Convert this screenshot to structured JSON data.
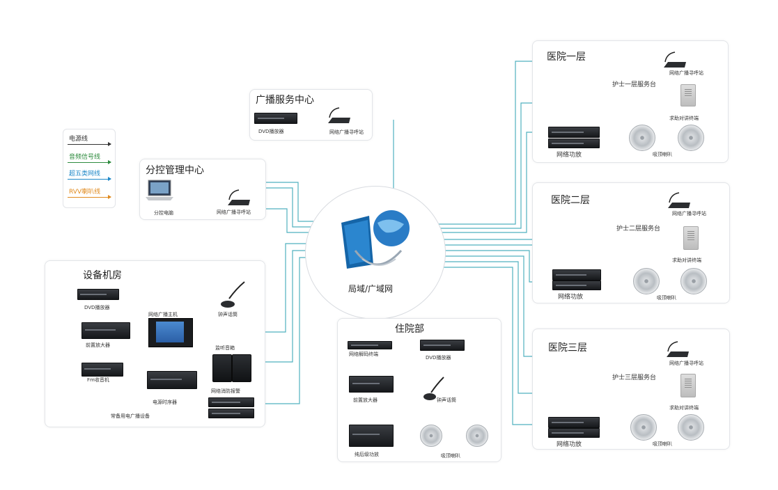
{
  "hub": {
    "label": "局域/广域网"
  },
  "legend": {
    "items": [
      {
        "label": "电源线",
        "color": "#333333"
      },
      {
        "label": "音频信号线",
        "color": "#2e8b3e"
      },
      {
        "label": "超五类网线",
        "color": "#1e88c8"
      },
      {
        "label": "RVV喇叭线",
        "color": "#e08a1e"
      }
    ]
  },
  "broadcast_center": {
    "title": "广播服务中心",
    "dvd": "DVD播放器",
    "paging": "网络广播寻呼站"
  },
  "control_center": {
    "title": "分控管理中心",
    "pc": "分控电脑",
    "paging": "网络广播寻呼站"
  },
  "equipment_room": {
    "title": "设备机房",
    "dvd": "DVD播放器",
    "host": "网络广播主机",
    "mic": "钟声话筒",
    "preamp": "前置放大器",
    "monitor": "监听音箱",
    "fm": "Fm收音机",
    "sequencer": "电源时序器",
    "fire_alarm": "网络消防报警",
    "backup": "常备用电广播设备"
  },
  "inpatient": {
    "title": "住院部",
    "decoder": "网络解码终端",
    "dvd": "DVD播放器",
    "preamp": "前置放大器",
    "mic": "钟声话筒",
    "amp": "纯后级功放",
    "speaker": "吸顶喇叭"
  },
  "floors": [
    {
      "title": "医院一层",
      "paging": "网络广播寻呼站",
      "desk": "护士一层服务台",
      "intercom": "求助对讲终端",
      "amp": "网络功放",
      "speaker": "吸顶喇叭"
    },
    {
      "title": "医院二层",
      "paging": "网络广播寻呼站",
      "desk": "护士二层服务台",
      "intercom": "求助对讲终端",
      "amp": "网络功放",
      "speaker": "吸顶喇叭"
    },
    {
      "title": "医院三层",
      "paging": "网络广播寻呼站",
      "desk": "护士三层服务台",
      "intercom": "求助对讲终端",
      "amp": "网络功放",
      "speaker": "吸顶喇叭"
    }
  ],
  "colors": {
    "network": "#3aa8b8",
    "power": "#333333",
    "audio": "#2e8b3e",
    "speaker": "#e08a1e"
  }
}
